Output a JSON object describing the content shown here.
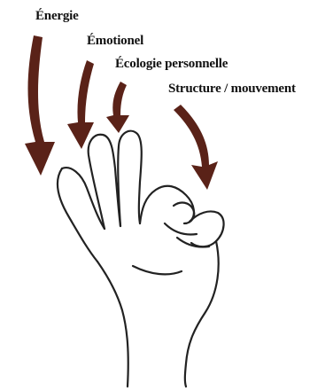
{
  "labels": {
    "energy": "Énergie",
    "emotional": "Émotionel",
    "ecology": "Écologie personnelle",
    "structure": "Structure / mouvement"
  },
  "colors": {
    "arrow": "#5a2218",
    "outline": "#222222",
    "text": "#111111"
  }
}
